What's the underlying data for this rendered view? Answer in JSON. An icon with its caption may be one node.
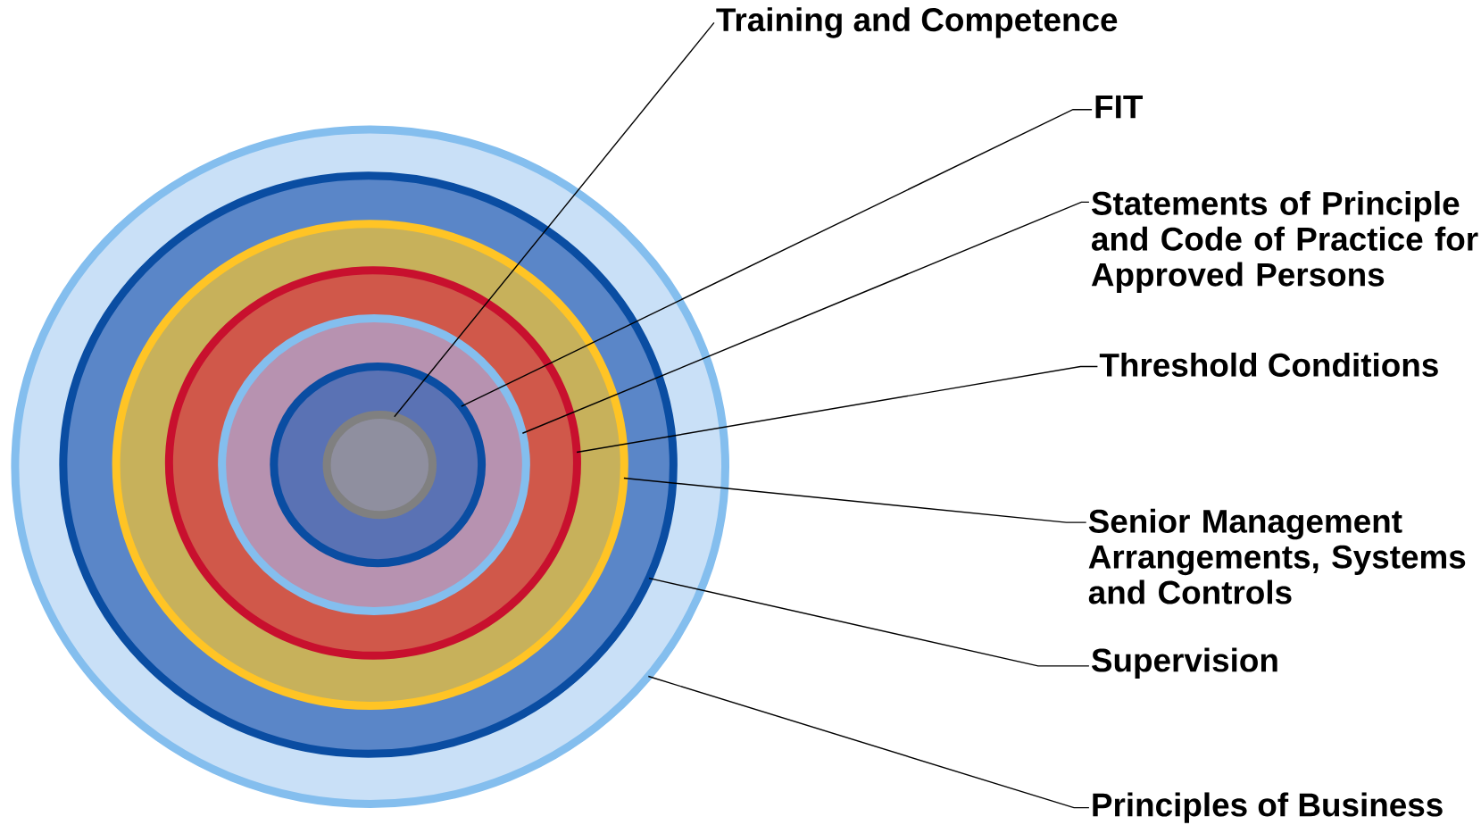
{
  "diagram": {
    "nodes": [
      {
        "text": [],
        "shape": "circle"
      },
      {
        "text": [],
        "shape": "circle",
        "in": 0
      },
      {
        "text": [],
        "shape": "circle",
        "in": 1
      },
      {
        "text": [],
        "shape": "circle",
        "in": 2
      },
      {
        "text": [],
        "shape": "circle",
        "in": 3
      },
      {
        "text": [],
        "shape": "circle",
        "in": 4
      },
      {
        "text": [],
        "shape": "circle",
        "in": 5
      },
      {
        "text": [
          "Training and Competence"
        ]
      },
      {
        "text": [
          "FIT"
        ]
      },
      {
        "text": [
          "Statements of Principle and Code of Practice for Approved Persons"
        ]
      },
      {
        "text": [
          "Threshold Conditions"
        ]
      },
      {
        "text": [
          "Senior Management Arrangements, Systems and Controls"
        ]
      },
      {
        "text": [
          "Supervision"
        ]
      },
      {
        "text": [
          "Principles of Business"
        ]
      }
    ],
    "edges": [
      {
        "from": 7,
        "to": 6,
        "arrow": "none"
      },
      {
        "from": 8,
        "to": 5,
        "arrow": "none"
      },
      {
        "from": 9,
        "to": 4,
        "arrow": "none"
      },
      {
        "from": 10,
        "to": 3,
        "arrow": "none"
      },
      {
        "from": 11,
        "to": 2,
        "arrow": "none"
      },
      {
        "from": 12,
        "to": 1,
        "arrow": "none"
      },
      {
        "from": 13,
        "to": 0,
        "arrow": "none"
      }
    ]
  }
}
